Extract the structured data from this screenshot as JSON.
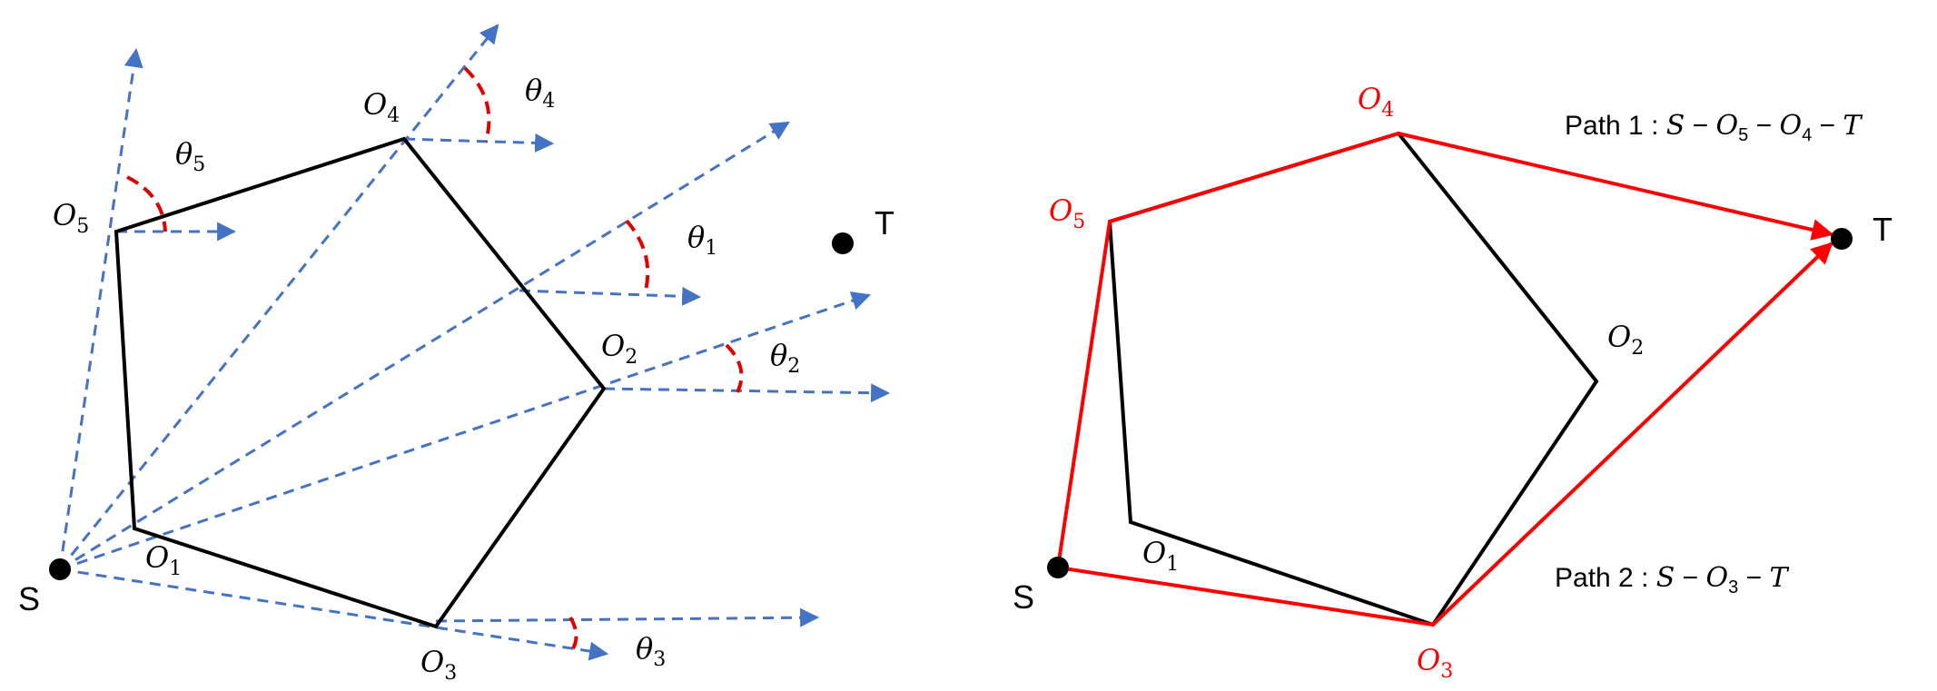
{
  "colors": {
    "ray": "#4472c4",
    "angle": "#e00000",
    "edge": "#000000",
    "path": "#ff0000",
    "point": "#000000"
  },
  "left": {
    "start": "S",
    "target": "T",
    "vertices": {
      "o1": {
        "base": "O",
        "sub": "1"
      },
      "o2": {
        "base": "O",
        "sub": "2"
      },
      "o3": {
        "base": "O",
        "sub": "3"
      },
      "o4": {
        "base": "O",
        "sub": "4"
      },
      "o5": {
        "base": "O",
        "sub": "5"
      }
    },
    "angles": {
      "t1": {
        "base": "θ",
        "sub": "1"
      },
      "t2": {
        "base": "θ",
        "sub": "2"
      },
      "t3": {
        "base": "θ",
        "sub": "3"
      },
      "t4": {
        "base": "θ",
        "sub": "4"
      },
      "t5": {
        "base": "θ",
        "sub": "5"
      }
    }
  },
  "right": {
    "start": "S",
    "target": "T",
    "vertices": {
      "o1": {
        "base": "O",
        "sub": "1"
      },
      "o2": {
        "base": "O",
        "sub": "2"
      },
      "o3": {
        "base": "O",
        "sub": "3"
      },
      "o4": {
        "base": "O",
        "sub": "4"
      },
      "o5": {
        "base": "O",
        "sub": "5"
      }
    },
    "path1": {
      "prefix": "Path 1 : ",
      "s": "S",
      "d1": " − ",
      "a": {
        "base": "O",
        "sub": "5"
      },
      "d2": " − ",
      "b": {
        "base": "O",
        "sub": "4"
      },
      "d3": " − ",
      "t": "T"
    },
    "path2": {
      "prefix": "Path 2 : ",
      "s": "S",
      "d1": " − ",
      "a": {
        "base": "O",
        "sub": "3"
      },
      "d2": " − ",
      "t": "T"
    }
  }
}
